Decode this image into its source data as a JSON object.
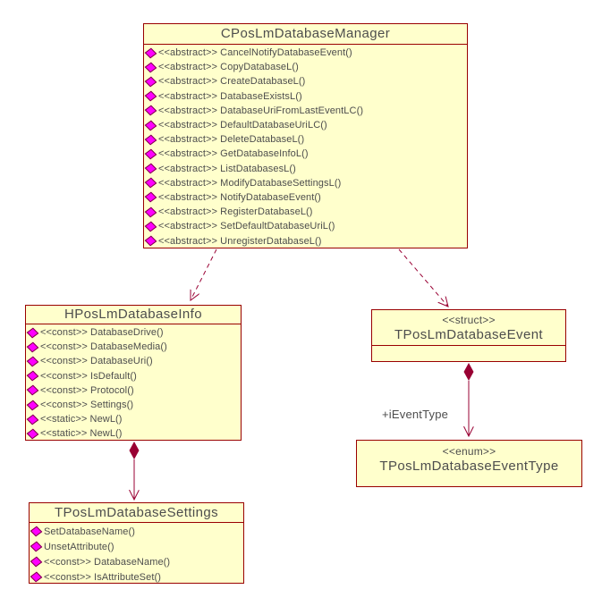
{
  "diagram": {
    "kind": "uml-class-diagram",
    "colors": {
      "box_fill": "#FFFFCC",
      "box_border": "#990000",
      "relation_line": "#990033",
      "text": "#4D4D4D",
      "operation_icon_fill": "#FF00FF",
      "operation_icon_stroke": "#7A0040"
    },
    "icons": {
      "operation": "operation-diamond-icon",
      "composition": "composition-diamond-icon",
      "arrowhead": "open-v-arrowhead-icon"
    },
    "classes": {
      "manager": {
        "name": "CPosLmDatabaseManager",
        "methods": [
          "<<abstract>> CancelNotifyDatabaseEvent()",
          "<<abstract>> CopyDatabaseL()",
          "<<abstract>> CreateDatabaseL()",
          "<<abstract>> DatabaseExistsL()",
          "<<abstract>> DatabaseUriFromLastEventLC()",
          "<<abstract>> DefaultDatabaseUriLC()",
          "<<abstract>> DeleteDatabaseL()",
          "<<abstract>> GetDatabaseInfoL()",
          "<<abstract>> ListDatabasesL()",
          "<<abstract>> ModifyDatabaseSettingsL()",
          "<<abstract>> NotifyDatabaseEvent()",
          "<<abstract>> RegisterDatabaseL()",
          "<<abstract>> SetDefaultDatabaseUriL()",
          "<<abstract>> UnregisterDatabaseL()"
        ]
      },
      "info": {
        "name": "HPosLmDatabaseInfo",
        "methods": [
          "<<const>> DatabaseDrive()",
          "<<const>> DatabaseMedia()",
          "<<const>> DatabaseUri()",
          "<<const>> IsDefault()",
          "<<const>> Protocol()",
          "<<const>> Settings()",
          "<<static>> NewL()",
          "<<static>> NewL()"
        ]
      },
      "event": {
        "stereotype": "<<struct>>",
        "name": "TPosLmDatabaseEvent"
      },
      "event_type": {
        "stereotype": "<<enum>>",
        "name": "TPosLmDatabaseEventType"
      },
      "settings": {
        "name": "TPosLmDatabaseSettings",
        "methods": [
          "SetDatabaseName()",
          "UnsetAttribute()",
          "<<const>> DatabaseName()",
          "<<const>> IsAttributeSet()"
        ]
      }
    },
    "relations": {
      "event_composition_label": "+iEventType"
    }
  }
}
